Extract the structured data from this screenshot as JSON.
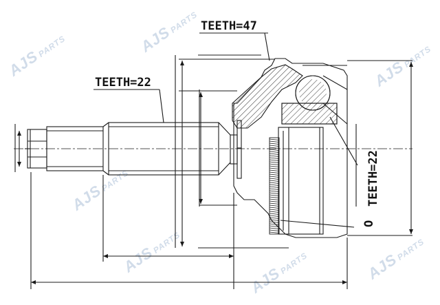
{
  "labels": {
    "teeth_outer": "TEETH=47",
    "teeth_shaft": "TEETH=22",
    "teeth_abs": "TEETH=22",
    "abs_ring_symbol": "O"
  },
  "watermark": {
    "brand": "AJS",
    "suffix": "PARTS"
  },
  "colors": {
    "line": "#1a1a1a",
    "hatch": "#333333",
    "watermark": "#c9d6e6"
  }
}
